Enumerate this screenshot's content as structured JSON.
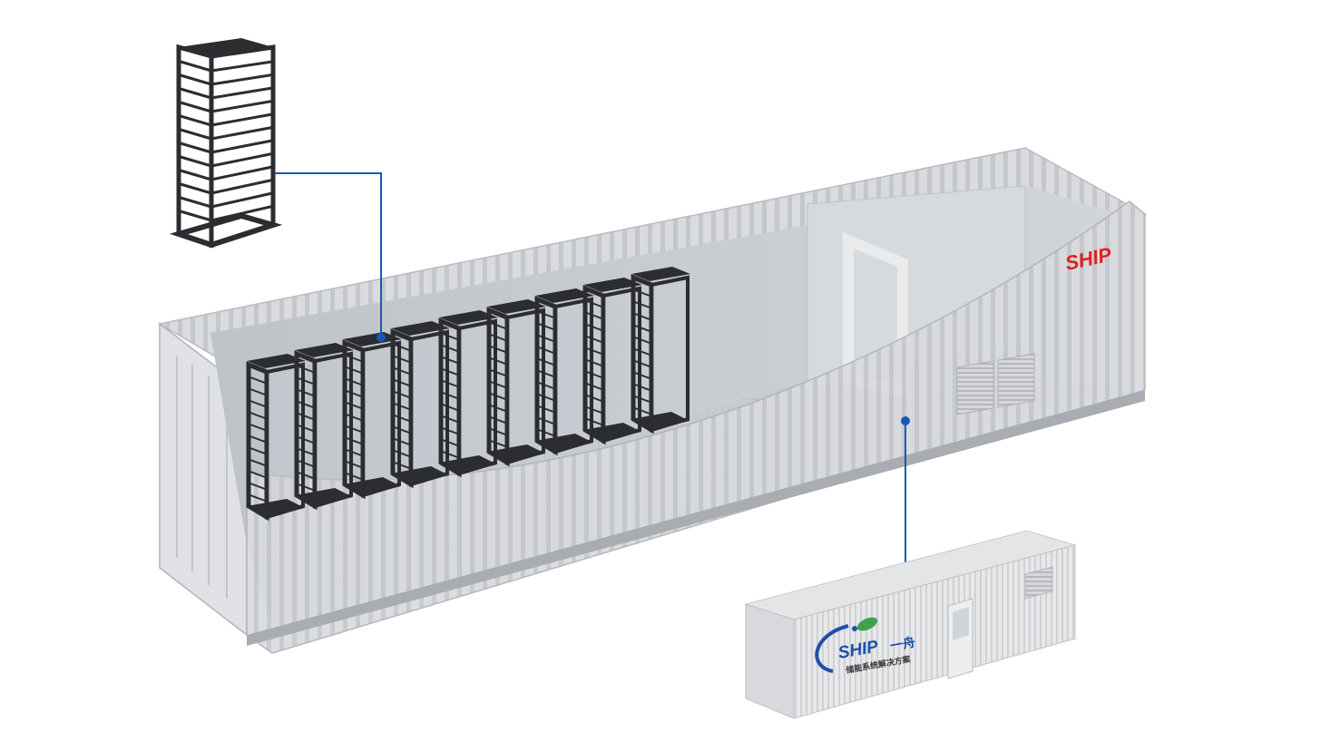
{
  "main_container": {
    "brand_text": "SHIP",
    "brand_color": "#e02020",
    "body_color": "#d8dadd",
    "interior_color": "#c9ccd1"
  },
  "battery_rack": {
    "icon": "battery-rack-icon",
    "color": "#2b2d31"
  },
  "callout": {
    "line_color": "#1a56b8"
  },
  "mini_container": {
    "logo_text": "SHIP",
    "logo_cn": "一舟",
    "tagline_cn": "储能系统解决方案",
    "logo_blue": "#1f4fa8",
    "logo_green": "#3fa34d"
  }
}
